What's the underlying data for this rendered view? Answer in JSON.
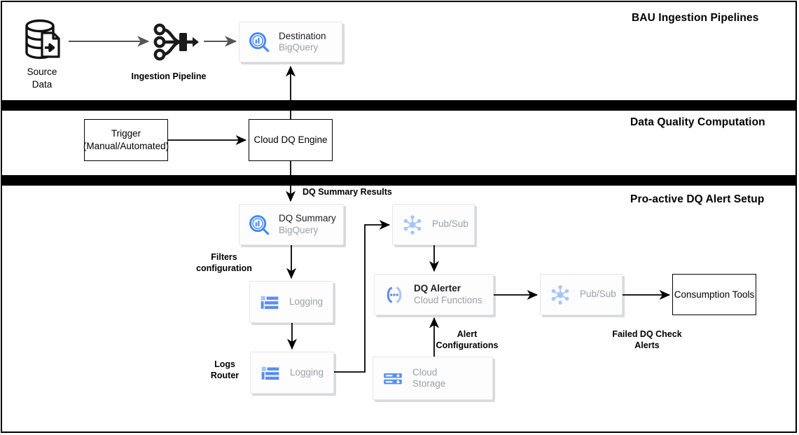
{
  "sections": [
    {
      "title": "BAU Ingestion Pipelines"
    },
    {
      "title": "Data Quality Computation"
    },
    {
      "title": "Pro-active DQ Alert Setup"
    }
  ],
  "nodes": {
    "source_data": {
      "label": "Source\nData",
      "icon": "database-document-icon"
    },
    "ingestion_pipeline": {
      "label": "Ingestion Pipeline",
      "icon": "pipeline-merge-icon"
    },
    "destination": {
      "title": "Destination",
      "subtitle": "BigQuery",
      "icon": "bigquery-icon"
    },
    "trigger": {
      "label": "Trigger\n(Manual/Automated)"
    },
    "cloud_dq_engine": {
      "label": "Cloud DQ Engine"
    },
    "dq_summary": {
      "title": "DQ Summary",
      "subtitle": "BigQuery",
      "icon": "bigquery-icon"
    },
    "pubsub_top": {
      "title": "",
      "subtitle": "Pub/Sub",
      "icon": "pubsub-icon"
    },
    "logging_filters": {
      "title": "",
      "subtitle": "Logging",
      "icon": "logging-icon"
    },
    "logging_router": {
      "title": "",
      "subtitle": "Logging",
      "icon": "logging-icon"
    },
    "dq_alerter": {
      "title": "DQ Alerter",
      "subtitle": "Cloud Functions",
      "icon": "cloud-functions-icon"
    },
    "cloud_storage": {
      "title": "",
      "subtitle": "Cloud\nStorage",
      "icon": "cloud-storage-icon"
    },
    "pubsub_right": {
      "title": "",
      "subtitle": "Pub/Sub",
      "icon": "pubsub-icon"
    },
    "consumption_tools": {
      "label": "Consumption Tools"
    }
  },
  "edge_labels": {
    "dq_summary_results": "DQ Summary Results",
    "filters_configuration": "Filters\nconfiguration",
    "logs_router": "Logs\nRouter",
    "alert_configurations": "Alert\nConfigurations",
    "failed_dq_check_alerts": "Failed DQ Check\nAlerts"
  },
  "colors": {
    "google_blue": "#4285F4",
    "light_blue": "#A6C5FA",
    "band_black": "#000000",
    "muted_text": "#9AA0A6",
    "connector": "#000000",
    "connector_grey": "#6E6E6E"
  }
}
